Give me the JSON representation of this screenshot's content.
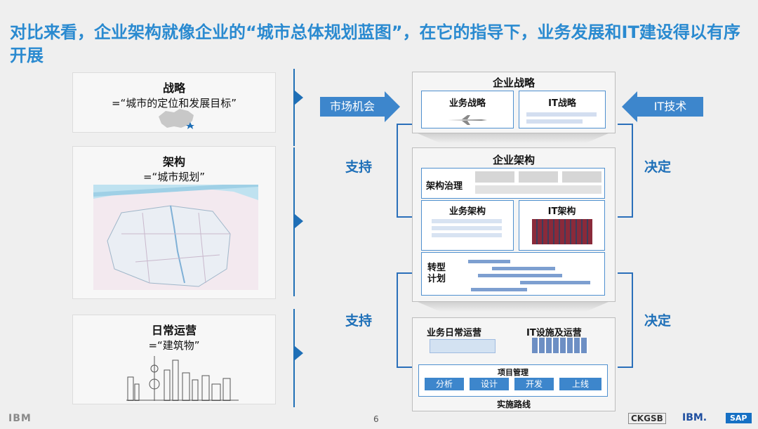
{
  "title": "对比来看，企业架构就像企业的“城市总体规划蓝图”，在它的指导下，业务发展和IT建设得以有序开展",
  "left": [
    {
      "heading": "战略",
      "sub": "=“城市的定位和发展目标”"
    },
    {
      "heading": "架构",
      "sub": "=“城市规划”"
    },
    {
      "heading": "日常运营",
      "sub": "=“建筑物”"
    }
  ],
  "diagram": {
    "market_label": "市场机会",
    "it_tech_label": "IT技术",
    "support_1": "支持",
    "support_2": "支持",
    "decide_1": "决定",
    "decide_2": "决定",
    "strategy": {
      "title": "企业战略",
      "business": "业务战略",
      "it": "IT战略"
    },
    "architecture": {
      "title": "企业架构",
      "governance": "架构治理",
      "business": "业务架构",
      "it": "IT架构",
      "transform": "转型\n计划"
    },
    "operations": {
      "business_ops": "业务日常运营",
      "it_ops": "IT设施及运营",
      "pm": "项目管理",
      "steps": [
        "分析",
        "设计",
        "开发",
        "上线"
      ],
      "roadmap": "实施路线"
    }
  },
  "footer": {
    "page": "6",
    "ibm_left": "IBM",
    "ckgsb": "CKGSB",
    "ibm_right": "IBM.",
    "sap": "SAP"
  },
  "colors": {
    "title": "#2a8ad0",
    "accent": "#1f6fb6",
    "side_text": "#1d6fb8"
  }
}
